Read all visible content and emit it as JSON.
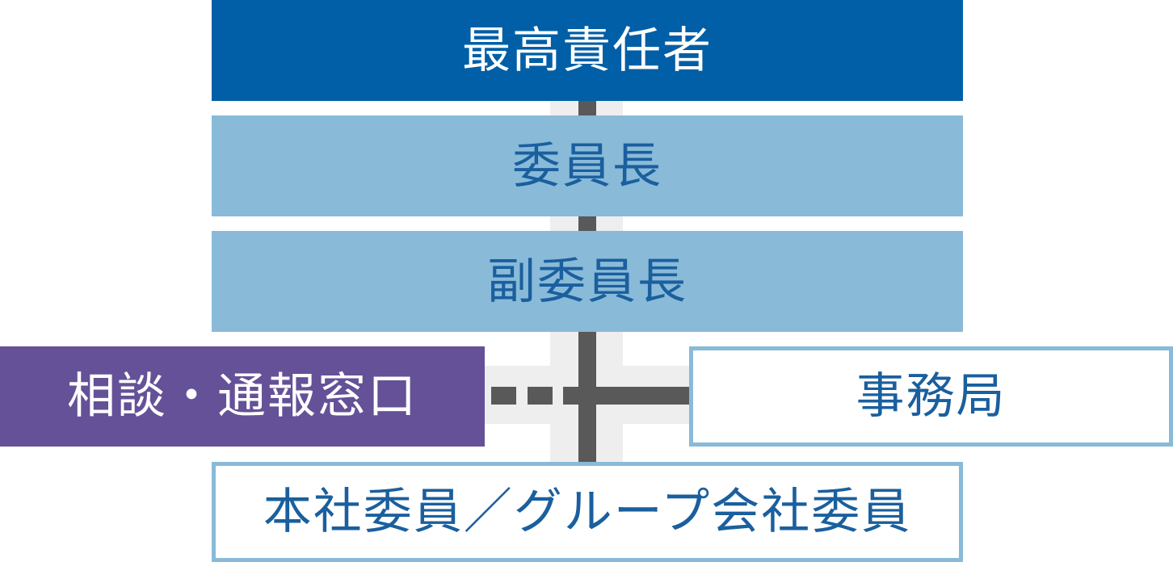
{
  "org_chart": {
    "top_executive": "最高責任者",
    "chairperson": "委員長",
    "vice_chairperson": "副委員長",
    "consultation_desk": "相談・通報窓口",
    "secretariat": "事務局",
    "members": "本社委員／グループ会社委員"
  },
  "colors": {
    "top_fill": "#005fa6",
    "committee_fill": "#89bad8",
    "consultation_fill": "#645197",
    "outline": "#89bad8",
    "label_blue": "#1a5f9e",
    "connector": "#595959",
    "connector_band": "#eeeeee"
  }
}
